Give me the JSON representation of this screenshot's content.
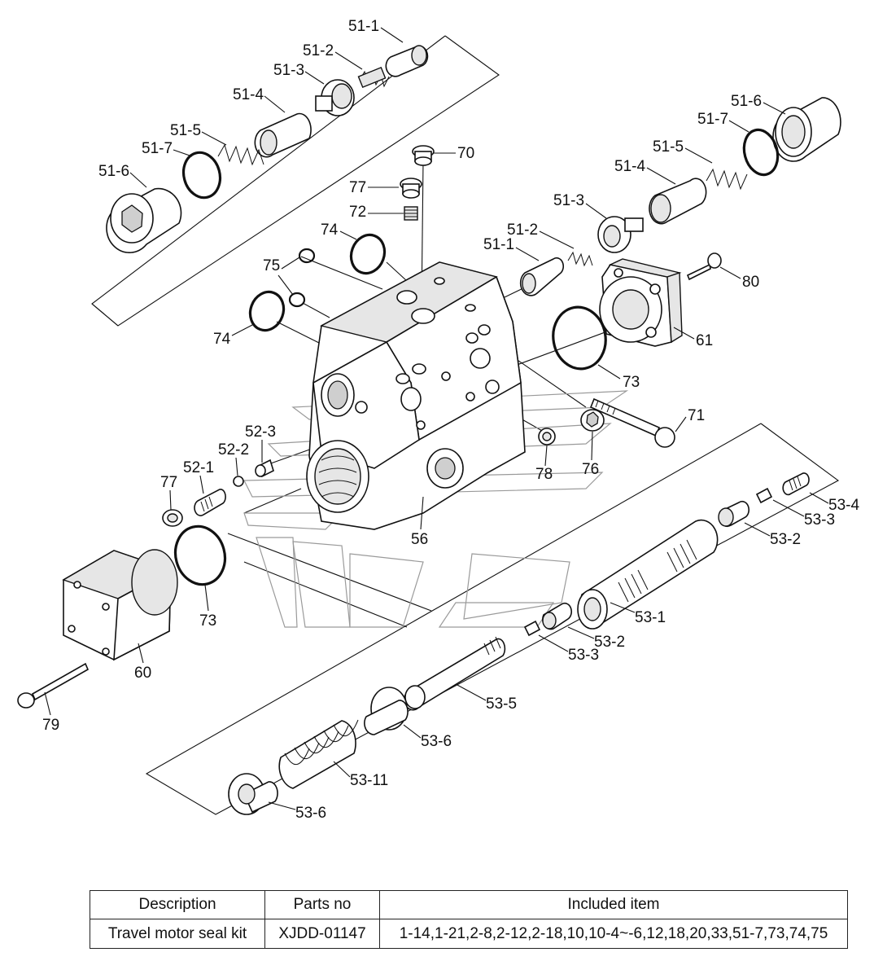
{
  "labels": {
    "p51_1_top": "51-1",
    "p51_2_top": "51-2",
    "p51_3_top": "51-3",
    "p51_4_top": "51-4",
    "p51_5_top": "51-5",
    "p51_7_top": "51-7",
    "p51_6_top": "51-6",
    "p51_6_right": "51-6",
    "p51_7_right": "51-7",
    "p51_5_right": "51-5",
    "p51_4_right": "51-4",
    "p51_3_right": "51-3",
    "p51_2_right": "51-2",
    "p51_1_right": "51-1",
    "p70": "70",
    "p77_top": "77",
    "p72": "72",
    "p74_top": "74",
    "p75": "75",
    "p74_left": "74",
    "p80": "80",
    "p61": "61",
    "p73_right": "73",
    "p71": "71",
    "p52_3": "52-3",
    "p52_2": "52-2",
    "p52_1": "52-1",
    "p77_left": "77",
    "p78": "78",
    "p76": "76",
    "p56": "56",
    "p73_left": "73",
    "p60": "60",
    "p79": "79",
    "p53_4": "53-4",
    "p53_3_right": "53-3",
    "p53_2_right": "53-2",
    "p53_1": "53-1",
    "p53_2_mid": "53-2",
    "p53_3_mid": "53-3",
    "p53_5": "53-5",
    "p53_6_upper": "53-6",
    "p53_11": "53-11",
    "p53_6_lower": "53-6"
  },
  "kit_table": {
    "headers": [
      "Description",
      "Parts no",
      "Included item"
    ],
    "rows": [
      [
        "Travel motor seal kit",
        "XJDD-01147",
        "1-14,1-21,2-8,2-12,2-18,10,10-4~-6,12,18,20,33,51-7,73,74,75"
      ]
    ]
  }
}
